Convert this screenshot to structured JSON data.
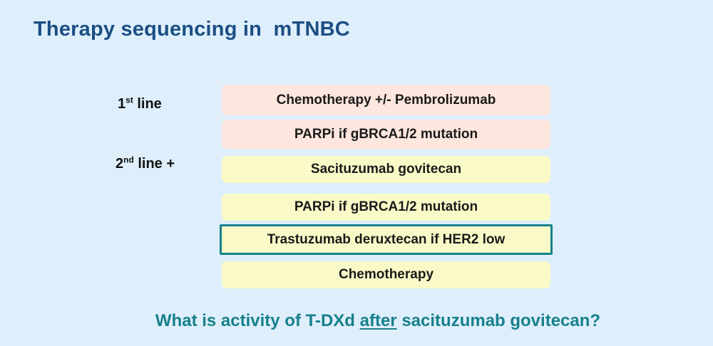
{
  "slide": {
    "title": "Therapy sequencing in  mTNBC",
    "row_labels": [
      {
        "base": "1",
        "sup": "st",
        "suffix": " line"
      },
      {
        "base": "2",
        "sup": "nd",
        "suffix": " line +"
      }
    ],
    "boxes": [
      {
        "label": "Chemotherapy +/- Pembrolizumab",
        "group": "1st-line",
        "fill": "#fde6de",
        "highlighted": false
      },
      {
        "label": "PARPi if gBRCA1/2 mutation",
        "group": "1st-line",
        "fill": "#fde6de",
        "highlighted": false
      },
      {
        "label": "Sacituzumab govitecan",
        "group": "2nd-line-plus",
        "fill": "#fafac8",
        "highlighted": false
      },
      {
        "label": "PARPi if gBRCA1/2 mutation",
        "group": "2nd-line-plus",
        "fill": "#fafac8",
        "highlighted": false
      },
      {
        "label": "Trastuzumab deruxtecan if HER2 low",
        "group": "2nd-line-plus",
        "fill": "#fafac8",
        "highlighted": true
      },
      {
        "label": "Chemotherapy",
        "group": "2nd-line-plus",
        "fill": "#fafac8",
        "highlighted": false
      }
    ],
    "question": {
      "before": "What is activity of T-DXd ",
      "underlined": "after",
      "after": " sacituzumab govitecan?"
    },
    "colors": {
      "background": "#deeffb",
      "title_text": "#1c4e84",
      "first_line_box_fill": "#fde6de",
      "second_line_box_fill": "#fafac8",
      "highlight_border": "#17808c",
      "question_text": "#17808c",
      "box_text": "#1a1a1a"
    }
  }
}
